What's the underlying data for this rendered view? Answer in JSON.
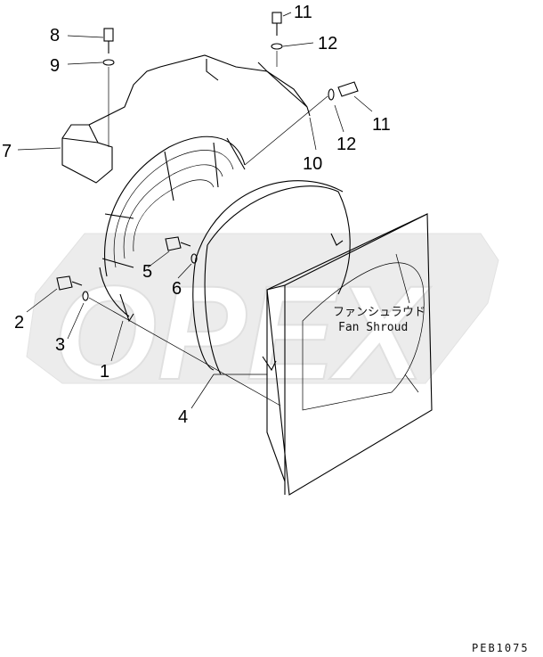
{
  "diagram": {
    "title_jp": "ファンシュラウド",
    "title_en": "Fan Shroud",
    "reference_code": "PEB1075",
    "watermark": "OPEX",
    "callouts": [
      "1",
      "2",
      "3",
      "4",
      "5",
      "6",
      "7",
      "8",
      "9",
      "10",
      "11",
      "12"
    ]
  }
}
